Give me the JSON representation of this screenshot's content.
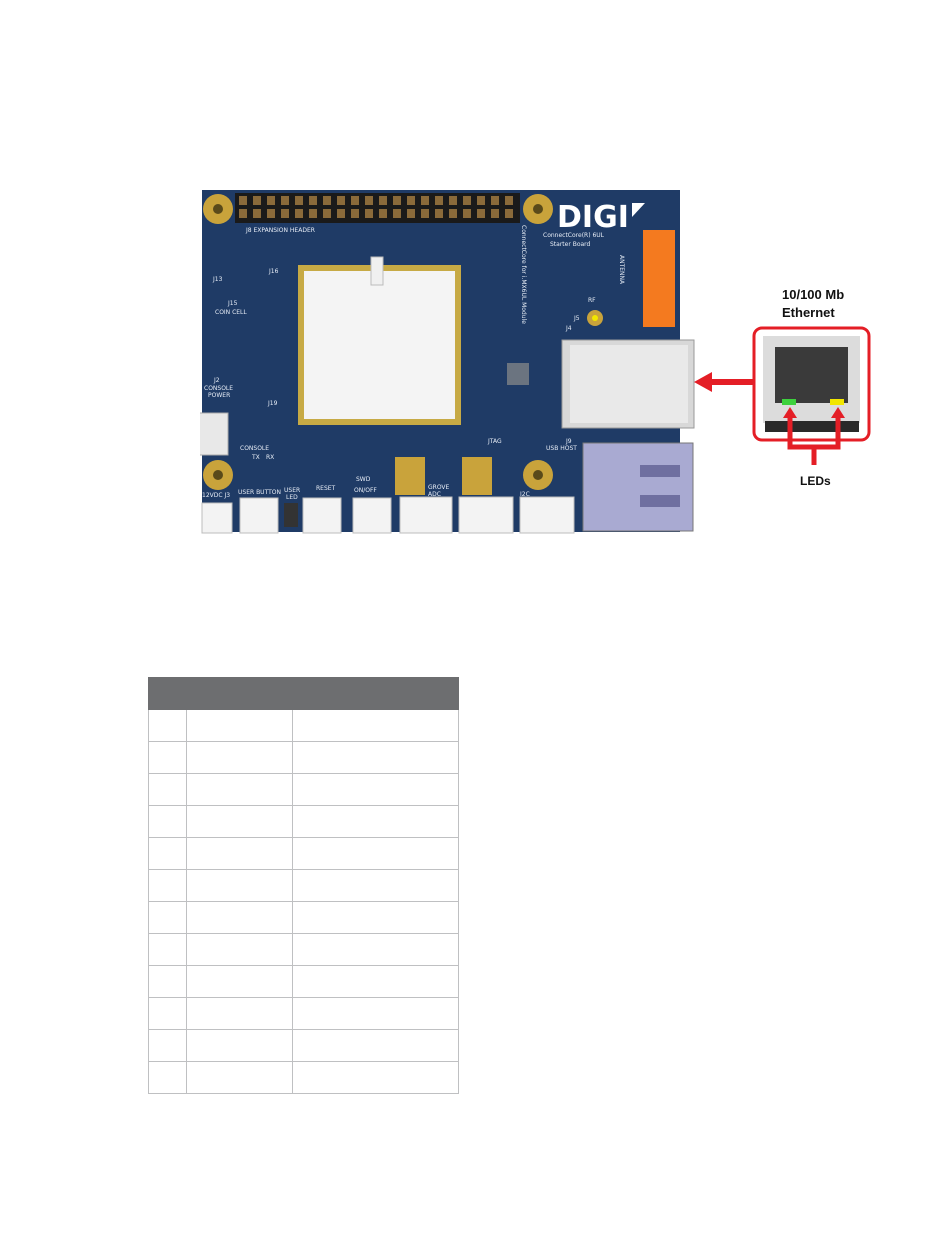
{
  "figure": {
    "board": {
      "logo": "DIGI",
      "product_label": [
        "ConnectCore(R) 6UL",
        "Starter Board"
      ],
      "module_label": "ConnectCore for i.MX6UL Module",
      "silkscreen": {
        "expansion_header": "J8  EXPANSION HEADER",
        "j16": "J16",
        "j13": "J13",
        "j15": "J15",
        "coin_cell": "COIN CELL",
        "j2": "J2",
        "console_power": "CONSOLE",
        "power": "POWER",
        "j19": "J19",
        "console": "CONSOLE",
        "tx": "TX",
        "rx": "RX",
        "vdc": "12VDC J3",
        "user_button": "USER BUTTON",
        "user_led": "USER",
        "led": "LED",
        "reset": "RESET",
        "swd": "SWD",
        "on_off": "ON/OFF",
        "grove": "GROVE",
        "adc": "ADC",
        "i2c": "I2C",
        "jtag": "JTAG",
        "usb_host": "USB HOST",
        "j9": "J9",
        "rf": "RF",
        "j5": "J5",
        "j4": "J4",
        "antenna": "ANTENNA"
      }
    },
    "callout": {
      "title_line1": "10/100 Mb",
      "title_line2": "Ethernet",
      "leds_label": "LEDs"
    },
    "colors": {
      "pcb": "#1f3b66",
      "gold": "#c9a33b",
      "callout_red": "#e41e26",
      "led_green": "#3dd13d",
      "led_yellow": "#f2e600",
      "orange": "#f47a1f"
    }
  },
  "table": {
    "header": [
      "",
      "",
      ""
    ],
    "rows": [
      [
        "",
        "",
        ""
      ],
      [
        "",
        "",
        ""
      ],
      [
        "",
        "",
        ""
      ],
      [
        "",
        "",
        ""
      ],
      [
        "",
        "",
        ""
      ],
      [
        "",
        "",
        ""
      ],
      [
        "",
        "",
        ""
      ],
      [
        "",
        "",
        ""
      ],
      [
        "",
        "",
        ""
      ],
      [
        "",
        "",
        ""
      ],
      [
        "",
        "",
        ""
      ],
      [
        "",
        "",
        ""
      ]
    ]
  }
}
